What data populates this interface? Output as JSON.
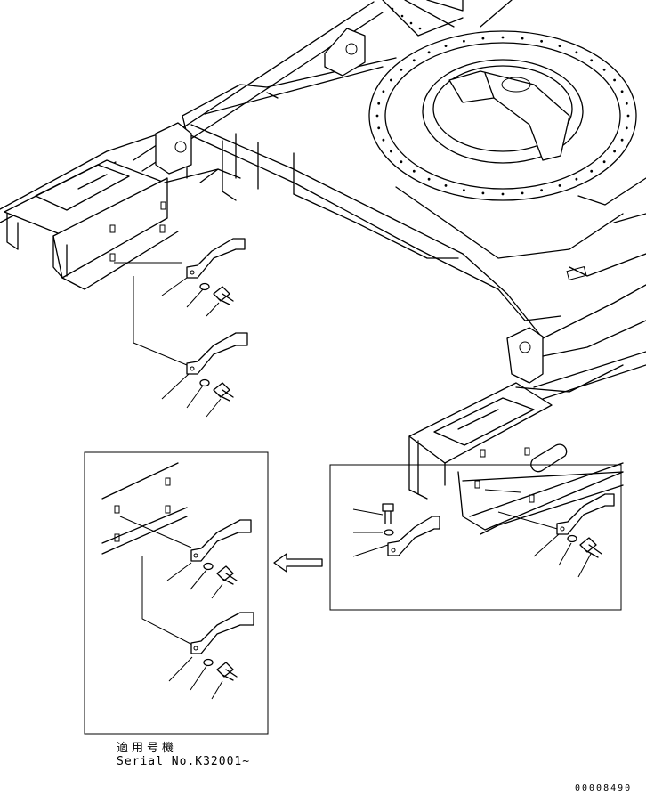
{
  "caption": {
    "applicable_models": "適用号機",
    "serial": "Serial No.K32001~"
  },
  "drawing_number": "00008490",
  "colors": {
    "line": "#000000",
    "background": "#ffffff"
  },
  "icons": {
    "direction_arrow": "hollow-left-arrow"
  }
}
